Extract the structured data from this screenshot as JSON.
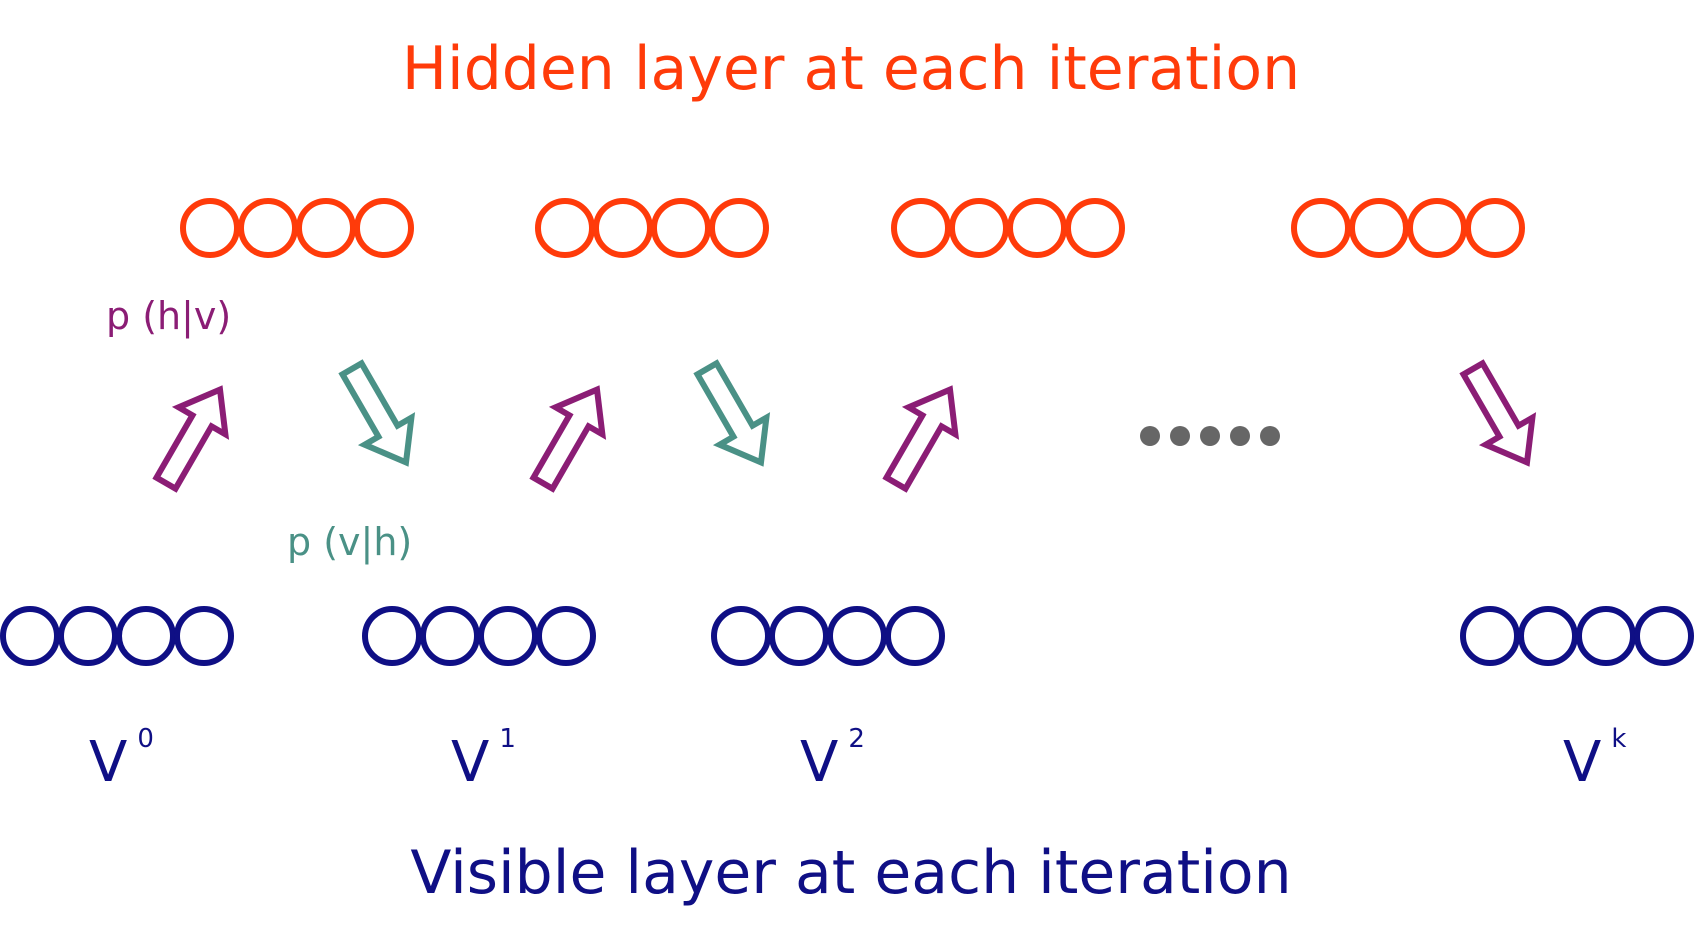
{
  "titles": {
    "hidden": "Hidden layer at each iteration",
    "visible": "Visible layer at each iteration"
  },
  "probabilities": {
    "h_given_v": "p (h|v)",
    "v_given_h": "p (v|h)"
  },
  "visible_labels": [
    {
      "base": "V",
      "sup": "0"
    },
    {
      "base": "V",
      "sup": "1"
    },
    {
      "base": "V",
      "sup": "2"
    },
    {
      "base": "V",
      "sup": "k"
    }
  ],
  "colors": {
    "hidden": "#ff3b0a",
    "visible": "#0f0f85",
    "up_arrow": "#8b1d75",
    "down_arrow": "#4a9186",
    "ellipsis": "#666666"
  },
  "layers": {
    "hidden_groups": 4,
    "visible_groups": 4,
    "units_per_group": 4
  }
}
